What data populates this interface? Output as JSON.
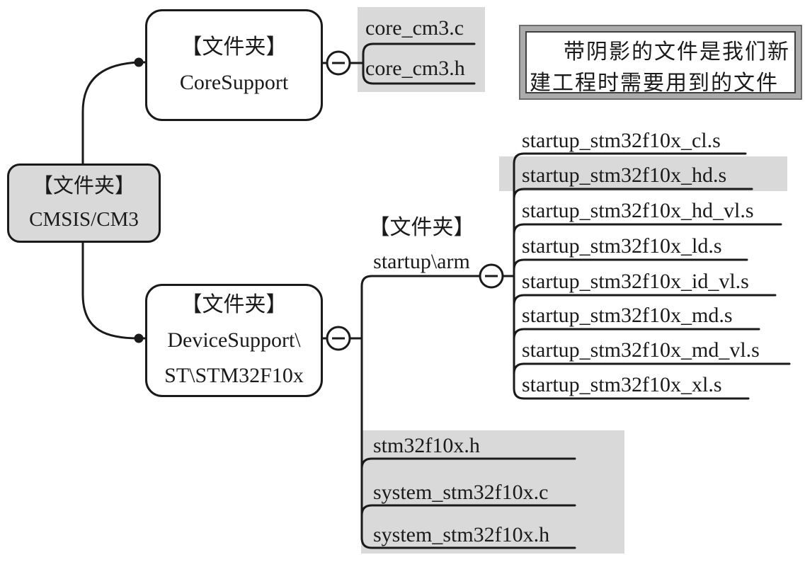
{
  "diagram": {
    "root_folder": {
      "tag": "【文件夹】",
      "name": "CMSIS/CM3"
    },
    "core_folder": {
      "tag": "【文件夹】",
      "name": "CoreSupport"
    },
    "core_files": [
      {
        "name": "core_cm3.c",
        "shaded": true
      },
      {
        "name": "core_cm3.h",
        "shaded": true
      }
    ],
    "device_folder": {
      "tag": "【文件夹】",
      "name_line1": "DeviceSupport\\",
      "name_line2": "ST\\STM32F10x"
    },
    "startup_folder": {
      "tag": "【文件夹】",
      "name": "startup\\arm"
    },
    "startup_files": [
      {
        "name": "startup_stm32f10x_cl.s",
        "shaded": false
      },
      {
        "name": "startup_stm32f10x_hd.s",
        "shaded": true
      },
      {
        "name": "startup_stm32f10x_hd_vl.s",
        "shaded": false
      },
      {
        "name": "startup_stm32f10x_ld.s",
        "shaded": false
      },
      {
        "name": "startup_stm32f10x_id_vl.s",
        "shaded": false
      },
      {
        "name": "startup_stm32f10x_md.s",
        "shaded": false
      },
      {
        "name": "startup_stm32f10x_md_vl.s",
        "shaded": false
      },
      {
        "name": "startup_stm32f10x_xl.s",
        "shaded": false
      }
    ],
    "device_files": [
      {
        "name": "stm32f10x.h",
        "shaded": true
      },
      {
        "name": "system_stm32f10x.c",
        "shaded": true
      },
      {
        "name": "system_stm32f10x.h",
        "shaded": true
      }
    ],
    "note": {
      "line1": "带阴影的文件是我们新",
      "line2": "建工程时需要用到的文件"
    },
    "colors": {
      "shade": "#d9d9d9",
      "stroke": "#1a1a1a",
      "note_band": "#ababab"
    }
  }
}
